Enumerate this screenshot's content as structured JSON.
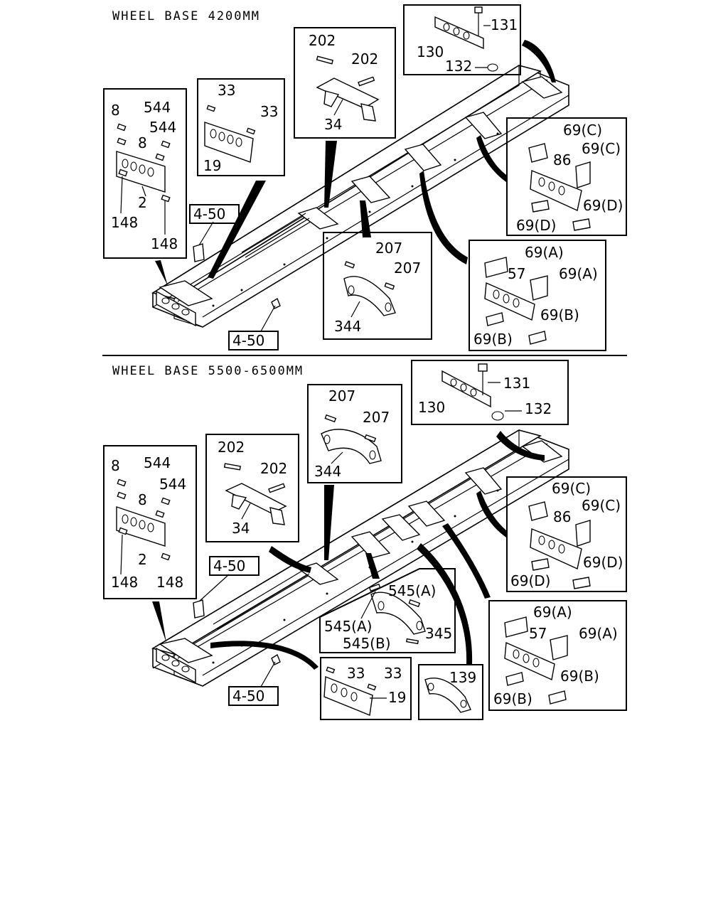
{
  "sections": [
    {
      "title": "WHEEL BASE 4200MM",
      "labels": {
        "b1_8a": "8",
        "b1_544a": "544",
        "b1_544b": "544",
        "b1_8b": "8",
        "b1_2": "2",
        "b1_148a": "148",
        "b1_148b": "148",
        "b2_33a": "33",
        "b2_33b": "33",
        "b2_19": "19",
        "b3_202a": "202",
        "b3_202b": "202",
        "b3_34": "34",
        "b4_131": "131",
        "b4_130": "130",
        "b4_132": "132",
        "b5_69c1": "69(C)",
        "b5_69c2": "69(C)",
        "b5_86": "86",
        "b5_69d1": "69(D)",
        "b5_69d2": "69(D)",
        "b6_207a": "207",
        "b6_207b": "207",
        "b6_344": "344",
        "b7_69a1": "69(A)",
        "b7_57": "57",
        "b7_69a2": "69(A)",
        "b7_69b1": "69(B)",
        "b7_69b2": "69(B)",
        "ref1": "4-50",
        "ref2": "4-50"
      }
    },
    {
      "title": "WHEEL BASE 5500-6500MM",
      "labels": {
        "c1_8a": "8",
        "c1_544a": "544",
        "c1_544b": "544",
        "c1_8b": "8",
        "c1_2": "2",
        "c1_148a": "148",
        "c1_148b": "148",
        "c2_202a": "202",
        "c2_202b": "202",
        "c2_34": "34",
        "c3_207a": "207",
        "c3_207b": "207",
        "c3_344": "344",
        "c4_131": "131",
        "c4_130": "130",
        "c4_132": "132",
        "c5_69c1": "69(C)",
        "c5_69c2": "69(C)",
        "c5_86": "86",
        "c5_69d1": "69(D)",
        "c5_69d2": "69(D)",
        "c6_545a1": "545(A)",
        "c6_545a2": "545(A)",
        "c6_345": "345",
        "c6_545b": "545(B)",
        "c7_69a1": "69(A)",
        "c7_57": "57",
        "c7_69a2": "69(A)",
        "c7_69b1": "69(B)",
        "c7_69b2": "69(B)",
        "c8_33a": "33",
        "c8_33b": "33",
        "c8_19": "19",
        "c9_139": "139",
        "ref1": "4-50",
        "ref2": "4-50"
      }
    }
  ]
}
